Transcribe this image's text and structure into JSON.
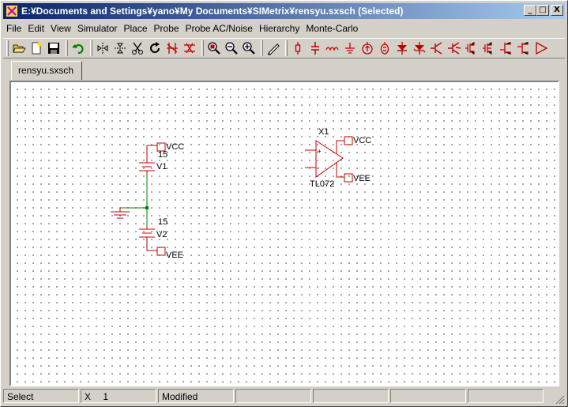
{
  "window": {
    "title": "E:¥Documents and Settings¥yano¥My Documents¥SIMetrix¥rensyu.sxsch (Selected)",
    "minimize": "_",
    "maximize": "□",
    "close": "X"
  },
  "menu": [
    {
      "label": "File",
      "key": "menu-file"
    },
    {
      "label": "Edit",
      "key": "menu-edit"
    },
    {
      "label": "View",
      "key": "menu-view"
    },
    {
      "label": "Simulator",
      "key": "menu-simulator"
    },
    {
      "label": "Place",
      "key": "menu-place"
    },
    {
      "label": "Probe",
      "key": "menu-probe"
    },
    {
      "label": "Probe AC/Noise",
      "key": "menu-probe-ac-noise"
    },
    {
      "label": "Hierarchy",
      "key": "menu-hierarchy"
    },
    {
      "label": "Monte-Carlo",
      "key": "menu-monte-carlo"
    }
  ],
  "toolbar": {
    "icons": [
      "open-folder-icon",
      "new-file-icon",
      "save-icon",
      "undo-icon",
      "mirror-horizontal-icon",
      "mirror-vertical-icon",
      "cut-icon",
      "rotate-icon",
      "delete-wire-icon",
      "break-wire-icon",
      "zoom-box-icon",
      "zoom-out-icon",
      "zoom-in-icon",
      "wire-pencil-icon",
      "resistor-icon",
      "capacitor-icon",
      "inductor-icon",
      "ground-icon",
      "current-source-icon",
      "voltage-source-icon",
      "diode-icon",
      "zener-diode-icon",
      "npn-transistor-icon",
      "pnp-transistor-icon",
      "nmos-icon",
      "pmos-icon",
      "njfet-icon",
      "pjfet-icon",
      "opamp-icon"
    ]
  },
  "tabs": [
    {
      "label": "rensyu.sxsch"
    }
  ],
  "schematic": {
    "v1": {
      "ref": "V1",
      "value": "15",
      "node": "VCC"
    },
    "v2": {
      "ref": "V2",
      "value": "15",
      "node": "VEE"
    },
    "opamp": {
      "ref": "X1",
      "model": "TL072",
      "vcc": "VCC",
      "vee": "VEE",
      "plus": "+",
      "minus": "-"
    }
  },
  "status": {
    "mode": "Select",
    "coord_label": "X",
    "coord_value": "1",
    "modified": "Modified"
  },
  "colors": {
    "component": "#c00000",
    "wire": "#008000",
    "title_start": "#0a246a",
    "title_end": "#a6caf0"
  }
}
